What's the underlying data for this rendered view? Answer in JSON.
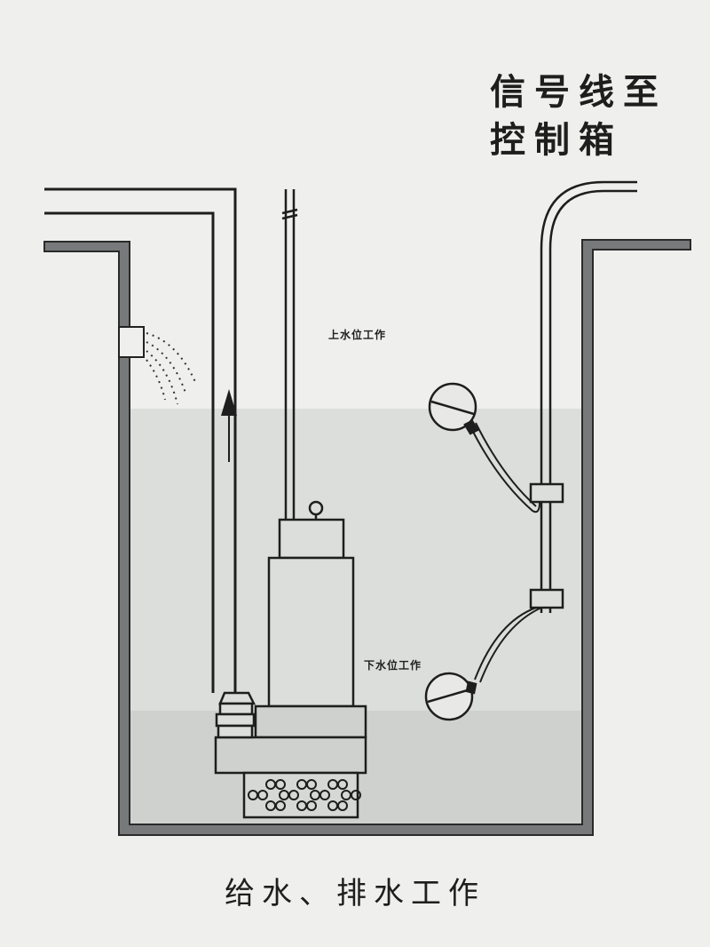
{
  "signal_label": {
    "line1": "信号线至",
    "line2": "控制箱"
  },
  "upper_level_label": "上水位工作",
  "lower_level_label": "下水位工作",
  "caption": "给水、排水工作",
  "colors": {
    "background": "#efefed",
    "water": "#dcdedc",
    "water_low": "#cfd1cf",
    "wall": "#77797b",
    "line": "#1e1e1e"
  }
}
